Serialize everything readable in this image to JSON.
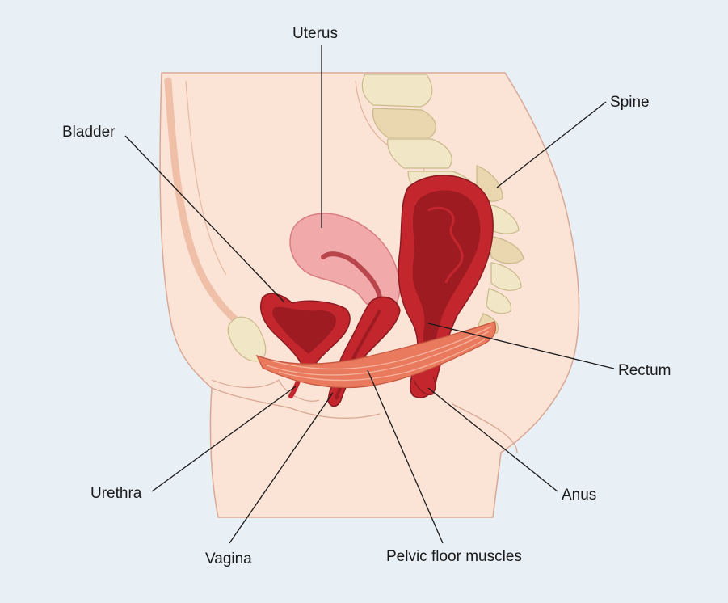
{
  "diagram": {
    "labels": {
      "uterus": "Uterus",
      "spine": "Spine",
      "bladder": "Bladder",
      "rectum": "Rectum",
      "urethra": "Urethra",
      "anus": "Anus",
      "vagina": "Vagina",
      "pelvic_floor": "Pelvic floor muscles"
    },
    "colors": {
      "background": "#e8eff5",
      "skin": "#fbe3d6",
      "skin_shadow": "#f5cdb9",
      "outline": "#c99a86",
      "bone": "#f1e7c6",
      "muscle": "#e97a5e",
      "organ_dark": "#9e1b22",
      "organ_mid": "#c4262e",
      "uterus": "#f2a9a9"
    }
  }
}
